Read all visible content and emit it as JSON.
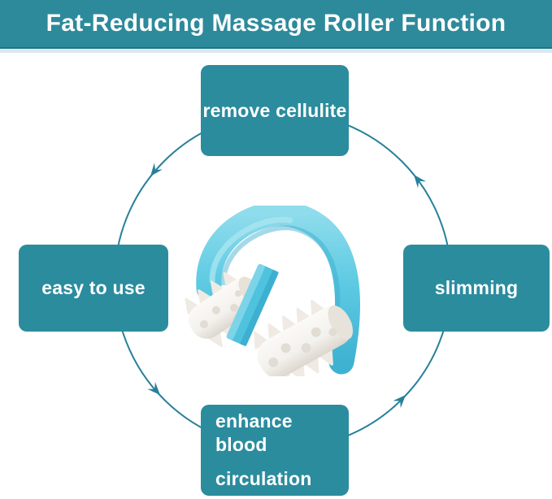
{
  "title": "Fat-Reducing Massage Roller Function",
  "features": {
    "top": "remove cellulite",
    "left": "easy to use",
    "right": "slimming",
    "bottom_line1": "enhance blood",
    "bottom_line2": "circulation"
  },
  "center_image": {
    "name": "fat-reducing massage roller",
    "description": "blue handheld massage roller with two white studded rollers"
  },
  "colors": {
    "header_bg": "#2C8A9B",
    "box_bg": "#2B8C9E",
    "text": "#FFFFFF",
    "arrow": "#28809A",
    "product_handle_blue": "#5FCBE3",
    "product_roller_white": "#F3F1ED",
    "background": "#FFFFFF"
  }
}
